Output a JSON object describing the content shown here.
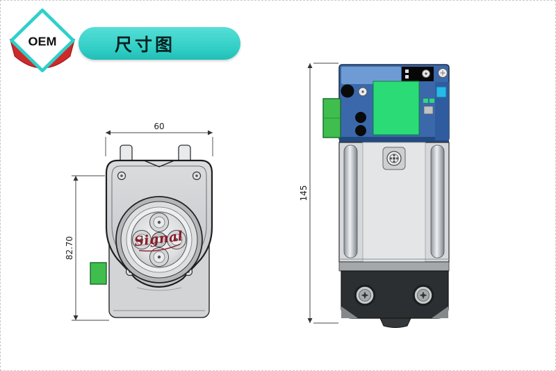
{
  "badge": {
    "label": "OEM"
  },
  "banner": {
    "title": "尺寸图"
  },
  "front_view": {
    "width_dim": "60",
    "height_dim": "82.70",
    "rotor_logo": "Signal"
  },
  "side_view": {
    "height_dim": "145"
  },
  "colors": {
    "banner_teal": "#2fcdc5",
    "ribbon_red": "#cf2a2a",
    "badge_border_teal": "#2fd0c9",
    "pcb_blue": "#3a68ab",
    "pcb_blue_light": "#6f9bd4",
    "pcb_blue_dark": "#23497f",
    "board_green": "#2bdc76",
    "connector_green": "#3fbe4e",
    "accent_cyan": "#29b9e8",
    "logo_red": "#8a1c28"
  }
}
